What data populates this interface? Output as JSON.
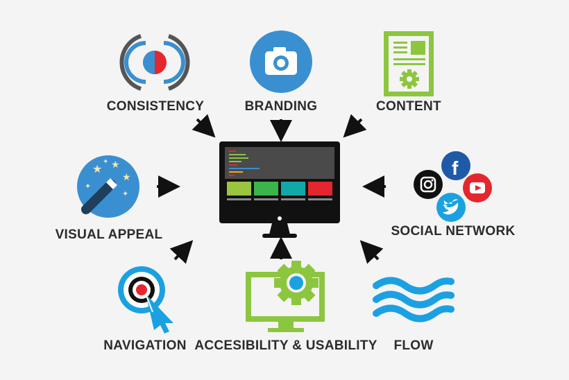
{
  "labels": {
    "consistency": "CONSISTENCY",
    "branding": "BRANDING",
    "content": "CONTENT",
    "visual_appeal": "VISUAL APPEAL",
    "social_network": "SOCIAL NETWORK",
    "navigation": "NAVIGATION",
    "accessibility": "ACCESIBILITY & USABILITY",
    "flow": "FLOW"
  },
  "colors": {
    "red": "#e4262e",
    "blue": "#3a8fd0",
    "lightblue": "#1ba1e2",
    "green": "#8cc63f",
    "teal": "#11a9a8",
    "dark": "#111111",
    "navy": "#1f3f5b"
  },
  "icons": {
    "consistency": "broadcast-icon",
    "branding": "camera-icon",
    "content": "document-gear-icon",
    "visual_appeal": "magic-wand-icon",
    "social_network": "social-media-icons",
    "navigation": "target-cursor-icon",
    "accessibility": "monitor-gear-icon",
    "flow": "waves-icon",
    "center": "desktop-monitor-icon"
  }
}
